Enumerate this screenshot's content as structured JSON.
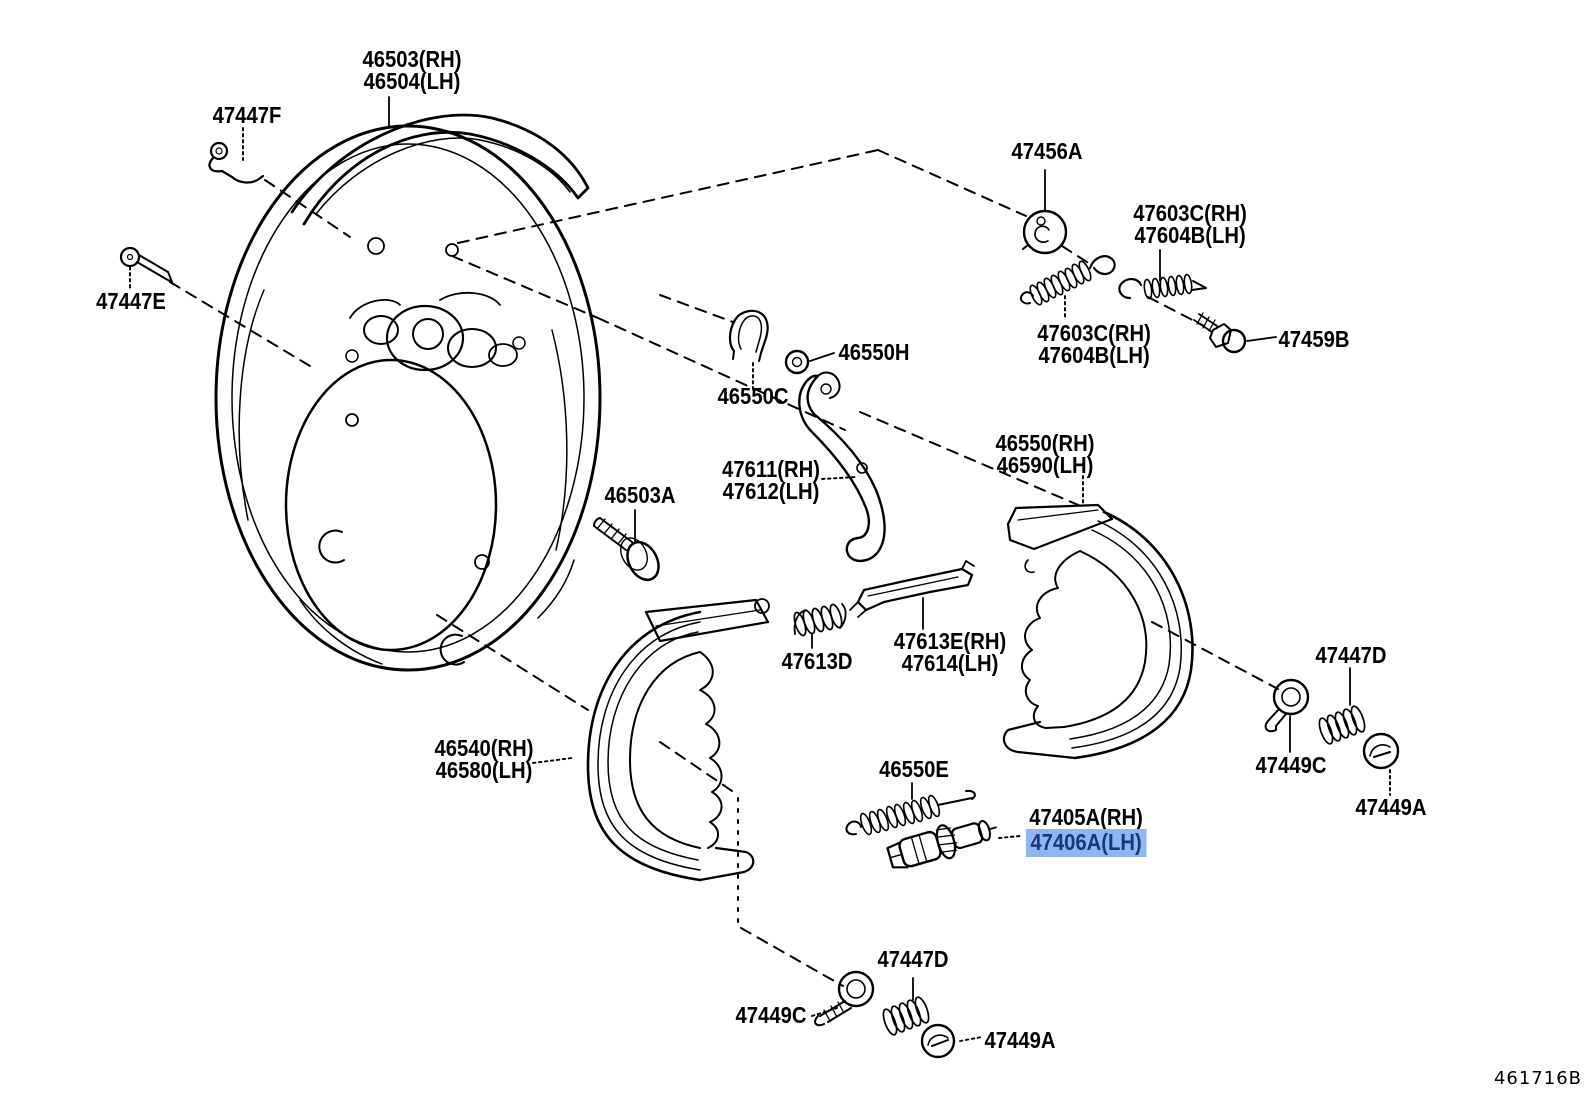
{
  "page": {
    "footer_code": "461716B"
  },
  "colors": {
    "background": "#ffffff",
    "line": "#000000",
    "highlight_bg": "#8db6f2",
    "highlight_text": "#17387c"
  },
  "labels": {
    "plate": {
      "line1": "46503(RH)",
      "line2": "46504(LH)"
    },
    "clip_47447F": {
      "line1": "47447F"
    },
    "pin_47447E": {
      "line1": "47447E"
    },
    "bolt_46503A": {
      "line1": "46503A"
    },
    "clip_46550C": {
      "line1": "46550C"
    },
    "washer_46550H": {
      "line1": "46550H"
    },
    "lever": {
      "line1": "47611(RH)",
      "line2": "47612(LH)"
    },
    "cam_47456A": {
      "line1": "47456A"
    },
    "spring_upper": {
      "line1": "47603C(RH)",
      "line2": "47604B(LH)"
    },
    "screw_47459B": {
      "line1": "47459B"
    },
    "spring_lower": {
      "line1": "47603C(RH)",
      "line2": "47604B(LH)"
    },
    "shoe_right": {
      "line1": "46550(RH)",
      "line2": "46590(LH)"
    },
    "strut": {
      "line1": "47613E(RH)",
      "line2": "47614(LH)"
    },
    "spring_47613D": {
      "line1": "47613D"
    },
    "shoe_left": {
      "line1": "46540(RH)",
      "line2": "46580(LH)"
    },
    "spring_46550E": {
      "line1": "46550E"
    },
    "adjuster": {
      "line1": "47405A(RH)",
      "line2": "47406A(LH)"
    },
    "spring_47447D_r": {
      "line1": "47447D"
    },
    "bolt_47449C_r": {
      "line1": "47449C"
    },
    "plug_47449A_r": {
      "line1": "47449A"
    },
    "spring_47447D_b": {
      "line1": "47447D"
    },
    "bolt_47449C_b": {
      "line1": "47449C"
    },
    "plug_47449A_b": {
      "line1": "47449A"
    }
  }
}
